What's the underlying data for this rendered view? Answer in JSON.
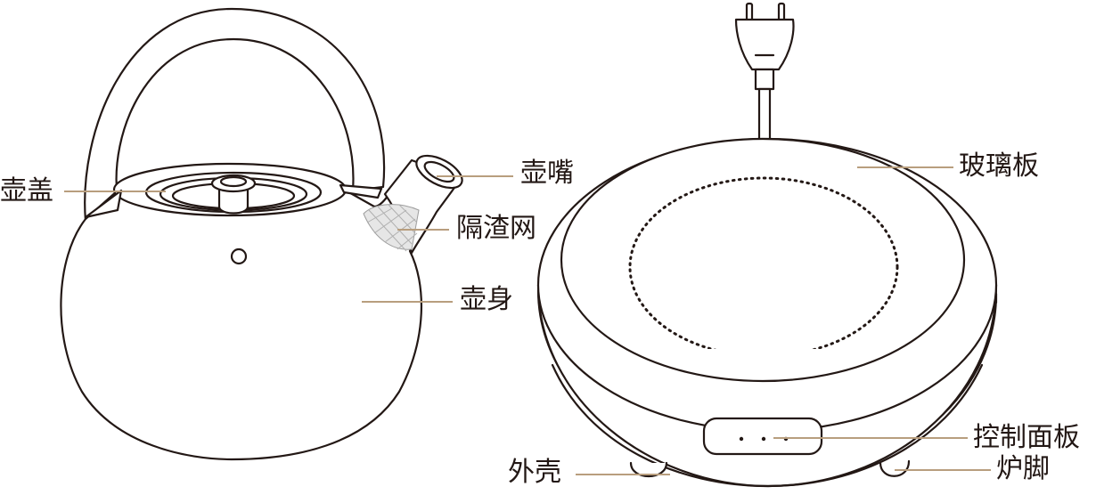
{
  "labels": {
    "lid": "壶盖",
    "spout": "壶嘴",
    "filter": "隔渣网",
    "body": "壶身",
    "glass_plate": "玻璃板",
    "control_panel": "控制面板",
    "shell": "外壳",
    "feet": "炉脚"
  },
  "colors": {
    "line": "#231815",
    "leader": "#b89e7e",
    "background": "#ffffff"
  }
}
